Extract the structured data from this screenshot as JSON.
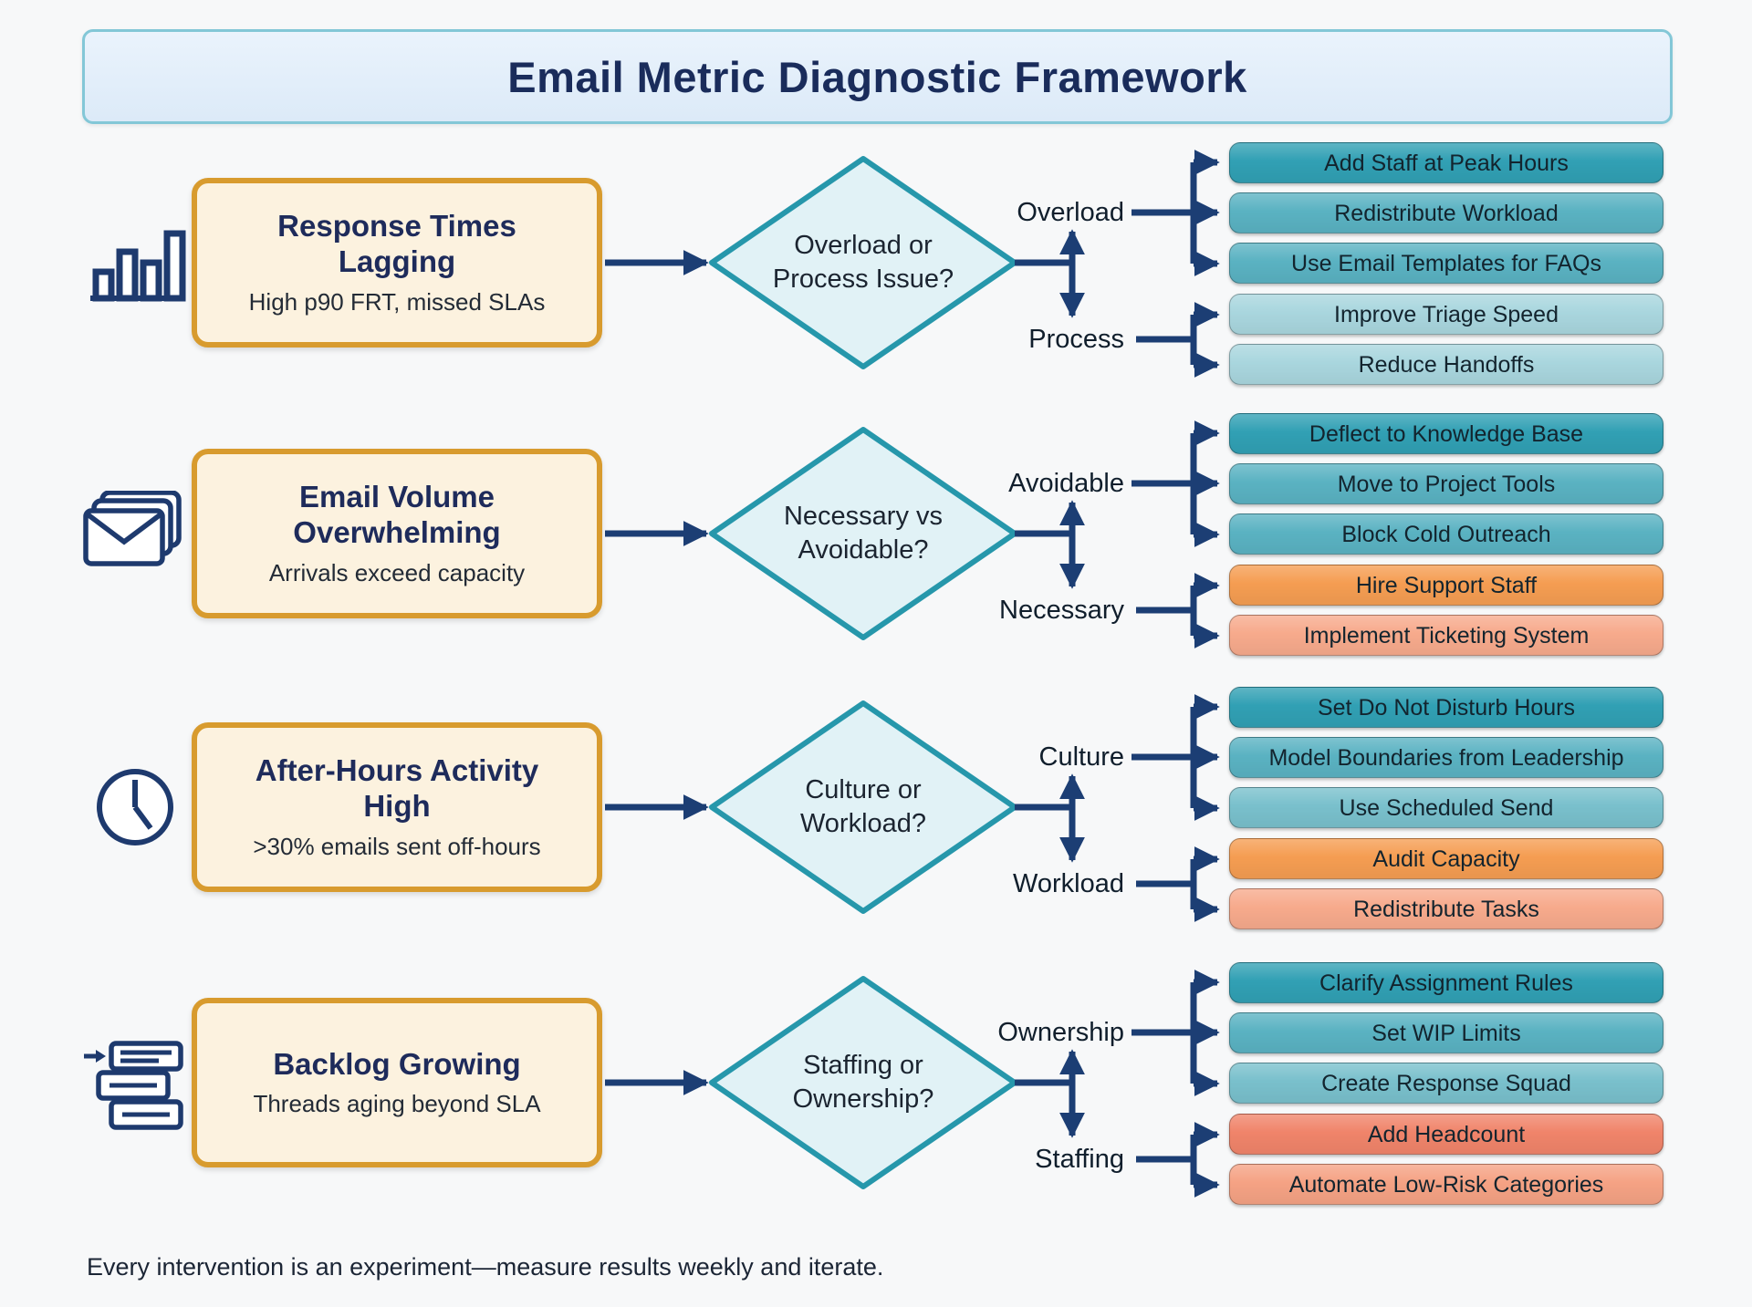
{
  "header": {
    "title": "Email Metric Diagnostic Framework"
  },
  "footer": {
    "note": "Every intervention is an experiment—measure results weekly and iterate."
  },
  "colors": {
    "navy_arrow": "#1c3e74",
    "diamond_fill": "#e1f2f6",
    "diamond_stroke": "#2697ab",
    "problem_fill": "#fcf2df",
    "problem_border": "#d89b2e",
    "title_fill": "#e4f0fb",
    "title_border": "#83c7d7",
    "teal_dark": "#31a0b4",
    "teal_mid": "#5ab2c2",
    "teal_mid2": "#79c0cc",
    "teal_light": "#a9d6de",
    "orange": "#f59d52",
    "salmon": "#f7aa8c",
    "coral": "#f0846a",
    "coral_light": "#f5a284"
  },
  "rows": [
    {
      "icon": "bar-chart-icon",
      "problem": {
        "title": "Response Times Lagging",
        "subtitle": "High p90 FRT, missed SLAs"
      },
      "decision": "Overload or Process Issue?",
      "branch_top": {
        "label": "Overload",
        "actions": [
          {
            "label": "Add Staff at Peak Hours",
            "color": "#31a0b4"
          },
          {
            "label": "Redistribute Workload",
            "color": "#5ab2c2"
          },
          {
            "label": "Use Email Templates for FAQs",
            "color": "#5ab2c2"
          }
        ]
      },
      "branch_bottom": {
        "label": "Process",
        "actions": [
          {
            "label": "Improve Triage Speed",
            "color": "#a9d6de"
          },
          {
            "label": "Reduce Handoffs",
            "color": "#a9d6de"
          }
        ]
      }
    },
    {
      "icon": "stacked-envelopes-icon",
      "problem": {
        "title": "Email Volume Overwhelming",
        "subtitle": "Arrivals exceed capacity"
      },
      "decision": "Necessary vs Avoidable?",
      "branch_top": {
        "label": "Avoidable",
        "actions": [
          {
            "label": "Deflect to Knowledge Base",
            "color": "#31a0b4"
          },
          {
            "label": "Move to Project Tools",
            "color": "#5ab2c2"
          },
          {
            "label": "Block Cold Outreach",
            "color": "#5ab2c2"
          }
        ]
      },
      "branch_bottom": {
        "label": "Necessary",
        "actions": [
          {
            "label": "Hire Support Staff",
            "color": "#f59d52"
          },
          {
            "label": "Implement Ticketing System",
            "color": "#f7aa8c"
          }
        ]
      }
    },
    {
      "icon": "clock-icon",
      "problem": {
        "title": "After-Hours Activity High",
        "subtitle": ">30% emails sent off-hours"
      },
      "decision": "Culture or Workload?",
      "branch_top": {
        "label": "Culture",
        "actions": [
          {
            "label": "Set Do Not Disturb Hours",
            "color": "#31a0b4"
          },
          {
            "label": "Model Boundaries from Leadership",
            "color": "#5ab2c2"
          },
          {
            "label": "Use Scheduled Send",
            "color": "#79c0cc"
          }
        ]
      },
      "branch_bottom": {
        "label": "Workload",
        "actions": [
          {
            "label": "Audit Capacity",
            "color": "#f59d52"
          },
          {
            "label": "Redistribute Tasks",
            "color": "#f7aa8c"
          }
        ]
      }
    },
    {
      "icon": "backlog-stack-icon",
      "problem": {
        "title": "Backlog Growing",
        "subtitle": "Threads aging beyond SLA"
      },
      "decision": "Staffing or Ownership?",
      "branch_top": {
        "label": "Ownership",
        "actions": [
          {
            "label": "Clarify Assignment Rules",
            "color": "#31a0b4"
          },
          {
            "label": "Set WIP Limits",
            "color": "#5ab2c2"
          },
          {
            "label": "Create Response Squad",
            "color": "#79c0cc"
          }
        ]
      },
      "branch_bottom": {
        "label": "Staffing",
        "actions": [
          {
            "label": "Add Headcount",
            "color": "#f0846a"
          },
          {
            "label": "Automate Low-Risk Categories",
            "color": "#f5a284"
          }
        ]
      }
    }
  ]
}
